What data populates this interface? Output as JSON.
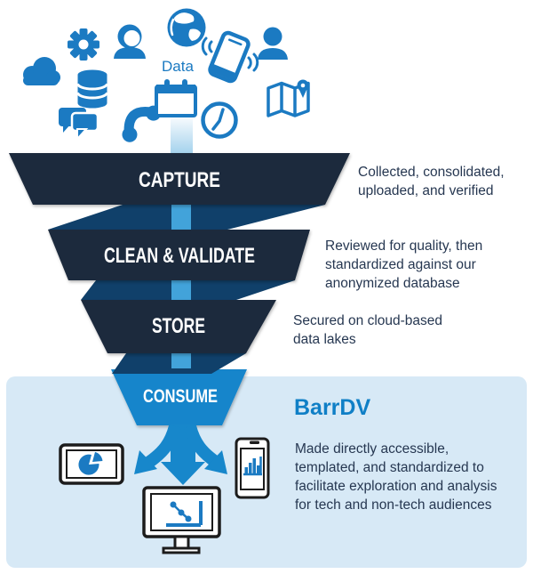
{
  "palette": {
    "icon_blue": "#1b7ac2",
    "funnel_navy": "#1b2a3c",
    "ribbon_blue": "#10406a",
    "consume_blue": "#1385cb",
    "stream_blue": "#42a3da",
    "arrow_blue": "#1787cb",
    "panel_bg": "#d7e9f6",
    "text_navy": "#263751",
    "brand_blue": "#0f7fc6",
    "device_outline": "#1c1c1c"
  },
  "data_label": "Data",
  "funnel": {
    "stages": [
      {
        "label": "CAPTURE",
        "description_lines": [
          "Collected, consolidated,",
          "uploaded, and verified"
        ]
      },
      {
        "label": "CLEAN & VALIDATE",
        "description_lines": [
          "Reviewed for quality, then",
          "standardized against our",
          "anonymized database"
        ]
      },
      {
        "label": "STORE",
        "description_lines": [
          "Secured on cloud-based",
          "data lakes"
        ]
      },
      {
        "label": "CONSUME",
        "description_lines": [
          "Made directly accessible,",
          "templated, and standardized to",
          "facilitate exploration and analysis",
          "for tech and non-tech audiences"
        ]
      }
    ]
  },
  "consume_section": {
    "title": "BarrDV"
  },
  "source_icons": [
    "cloud",
    "gear",
    "female-user",
    "globe",
    "vibrating-phone",
    "male-user",
    "database",
    "chat-bubbles",
    "phone-handset",
    "calendar",
    "clock",
    "map-pin"
  ],
  "output_devices": [
    "tablet-pie-chart",
    "monitor-line-chart",
    "phone-bar-chart"
  ]
}
